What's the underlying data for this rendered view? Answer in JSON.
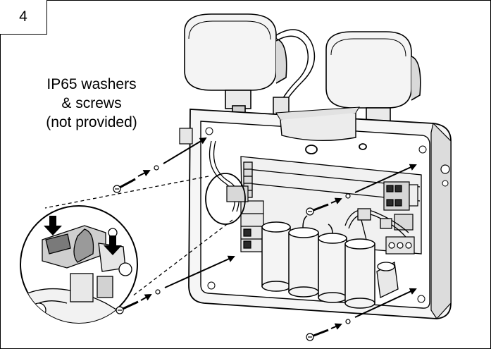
{
  "step": {
    "number": "4"
  },
  "caption": {
    "lines": [
      "IP65 washers",
      "& screws",
      "(not provided)"
    ]
  },
  "colors": {
    "outline": "#000000",
    "fill_light": "#f2f2f2",
    "fill_mid": "#d9d9d9",
    "fill_dark": "#6b6b6b",
    "background": "#ffffff"
  },
  "icons": [
    "arrow-icon",
    "screw-icon",
    "washer-icon",
    "magnifier-circle"
  ]
}
